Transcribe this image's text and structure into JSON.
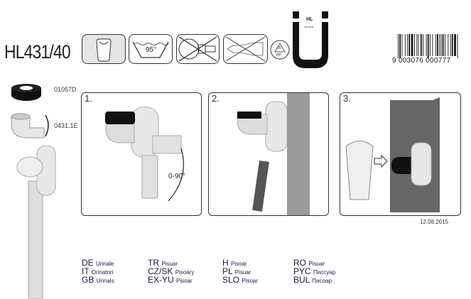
{
  "header": {
    "title": "HL431/40",
    "washing_temp": "95°",
    "recycling": {
      "code": "05",
      "material": "PP"
    },
    "brand_mark": {
      "label": "HL",
      "subtext": "DIN19541"
    },
    "barcode_digits": "9 003076 000777"
  },
  "parts": [
    {
      "code": "01057D"
    },
    {
      "code": "0431.1E"
    }
  ],
  "steps": [
    {
      "number": "1.",
      "annotation": "0-90°"
    },
    {
      "number": "2."
    },
    {
      "number": "3."
    }
  ],
  "date": "12.08.2015",
  "languages": [
    {
      "code": "DE",
      "name": "Urinale"
    },
    {
      "code": "IT",
      "name": "Orinatori"
    },
    {
      "code": "GB",
      "name": "Urinals"
    },
    {
      "code": "TR",
      "name": "Pisuar"
    },
    {
      "code": "CZ/SK",
      "name": "Pisoáry"
    },
    {
      "code": "EX-YU",
      "name": "Pisoar"
    },
    {
      "code": "H",
      "name": "Pisoár"
    },
    {
      "code": "PL",
      "name": "Pisuar"
    },
    {
      "code": "SLO",
      "name": "Pisoar"
    },
    {
      "code": "RO",
      "name": "Pisuar"
    },
    {
      "code": "PYC",
      "name": "Писсуар"
    },
    {
      "code": "BUL",
      "name": "Писоар"
    }
  ]
}
